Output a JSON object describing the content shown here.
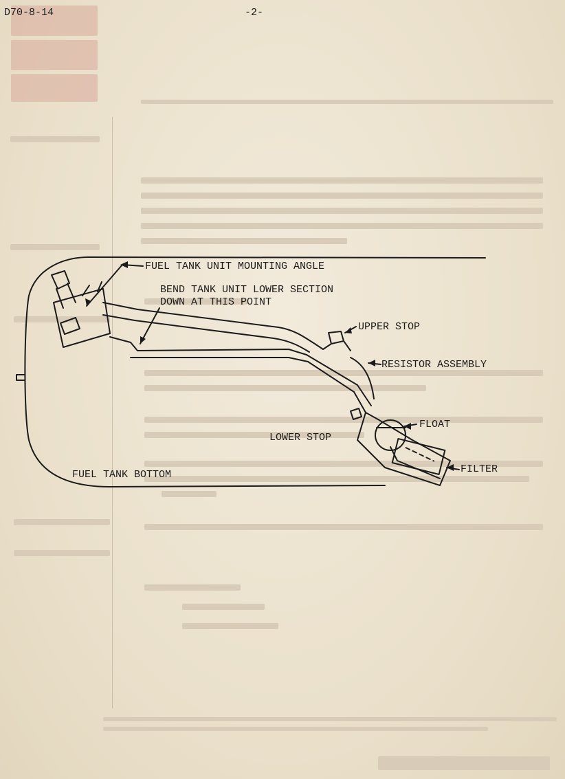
{
  "doc_id": "D70-8-14",
  "page_number": "-2-",
  "labels": {
    "mounting_angle": "FUEL TANK UNIT MOUNTING ANGLE",
    "bend_line1": "BEND TANK UNIT LOWER SECTION",
    "bend_line2": "DOWN AT THIS POINT",
    "upper_stop": "UPPER STOP",
    "resistor": "RESISTOR ASSEMBLY",
    "float": "FLOAT",
    "lower_stop": "LOWER STOP",
    "filter": "FILTER",
    "tank_bottom": "FUEL TANK BOTTOM"
  }
}
